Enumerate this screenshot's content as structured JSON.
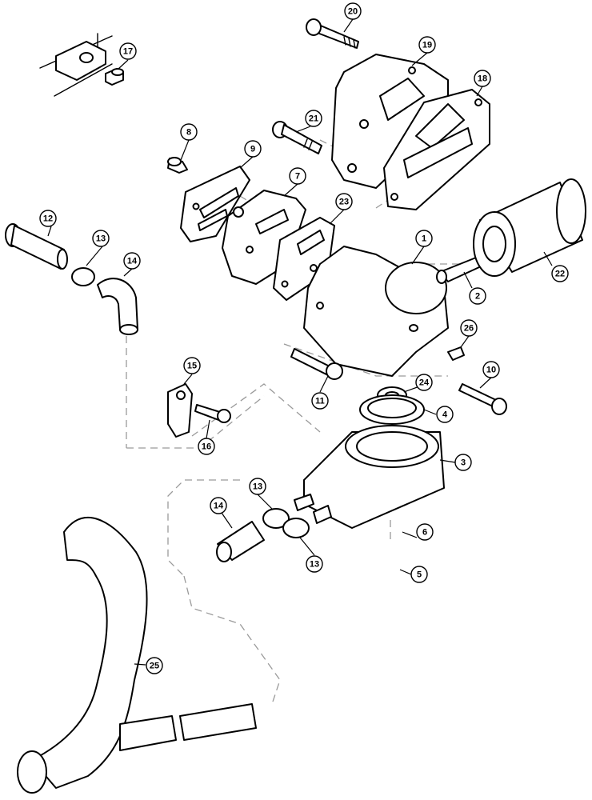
{
  "callouts": [
    {
      "id": "c1",
      "label": "1"
    },
    {
      "id": "c2",
      "label": "2"
    },
    {
      "id": "c3",
      "label": "3"
    },
    {
      "id": "c4",
      "label": "4"
    },
    {
      "id": "c5",
      "label": "5"
    },
    {
      "id": "c6",
      "label": "6"
    },
    {
      "id": "c7",
      "label": "7"
    },
    {
      "id": "c8",
      "label": "8"
    },
    {
      "id": "c9",
      "label": "9"
    },
    {
      "id": "c10",
      "label": "10"
    },
    {
      "id": "c11",
      "label": "11"
    },
    {
      "id": "c12",
      "label": "12"
    },
    {
      "id": "c13a",
      "label": "13"
    },
    {
      "id": "c13b",
      "label": "13"
    },
    {
      "id": "c13c",
      "label": "13"
    },
    {
      "id": "c14a",
      "label": "14"
    },
    {
      "id": "c14b",
      "label": "14"
    },
    {
      "id": "c15",
      "label": "15"
    },
    {
      "id": "c16",
      "label": "16"
    },
    {
      "id": "c17",
      "label": "17"
    },
    {
      "id": "c18",
      "label": "18"
    },
    {
      "id": "c19",
      "label": "19"
    },
    {
      "id": "c20",
      "label": "20"
    },
    {
      "id": "c21",
      "label": "21"
    },
    {
      "id": "c22",
      "label": "22"
    },
    {
      "id": "c23",
      "label": "23"
    },
    {
      "id": "c24",
      "label": "24"
    },
    {
      "id": "c25",
      "label": "25"
    },
    {
      "id": "c26",
      "label": "26"
    }
  ]
}
